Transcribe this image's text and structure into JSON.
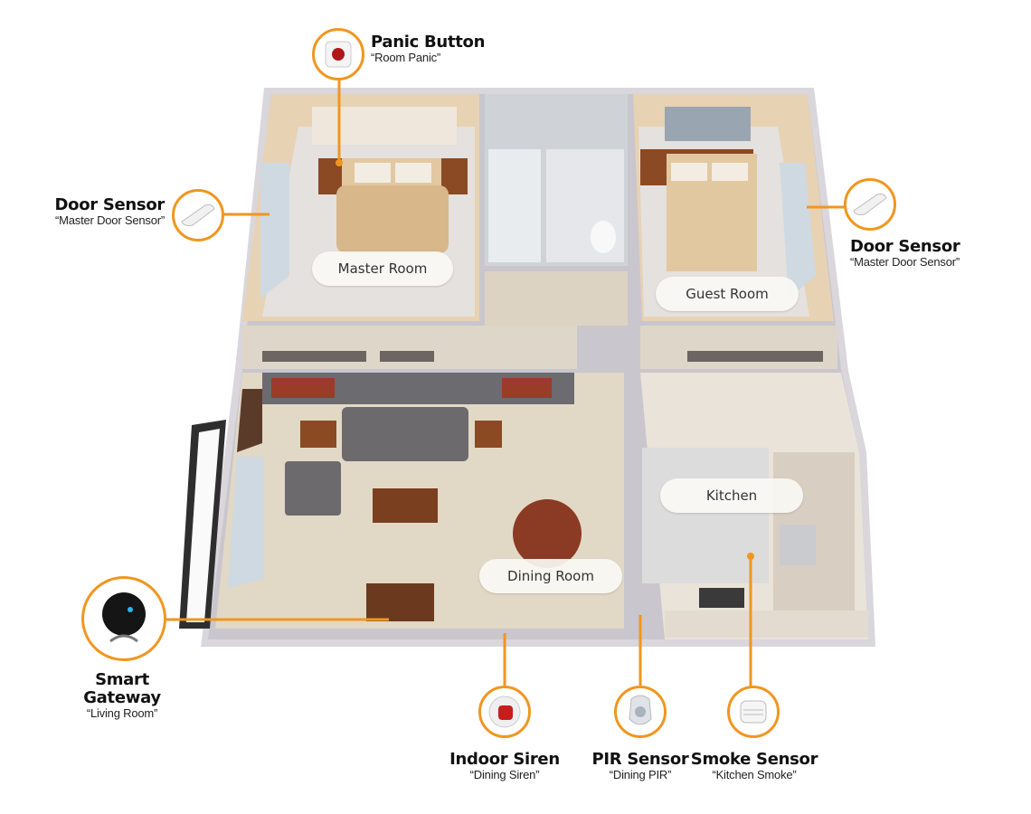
{
  "accent_color": "#f0961f",
  "rooms": {
    "master": "Master Room",
    "guest": "Guest Room",
    "kitchen": "Kitchen",
    "dining": "Dining Room"
  },
  "devices": {
    "panic_button": {
      "name": "Panic Button",
      "label": "“Room Panic”",
      "icon": "panic-button-icon"
    },
    "door_sensor_left": {
      "name": "Door Sensor",
      "label": "“Master Door Sensor”",
      "icon": "door-sensor-icon"
    },
    "door_sensor_right": {
      "name": "Door Sensor",
      "label": "“Master Door Sensor”",
      "icon": "door-sensor-icon"
    },
    "smart_gateway": {
      "name": "Smart Gateway",
      "label": "“Living Room”",
      "icon": "smart-gateway-icon"
    },
    "indoor_siren": {
      "name": "Indoor Siren",
      "label": "“Dining Siren”",
      "icon": "siren-icon"
    },
    "pir_sensor": {
      "name": "PIR Sensor",
      "label": "“Dining PIR”",
      "icon": "pir-sensor-icon"
    },
    "smoke_sensor": {
      "name": "Smoke Sensor",
      "label": "“Kitchen Smoke”",
      "icon": "smoke-sensor-icon"
    }
  }
}
